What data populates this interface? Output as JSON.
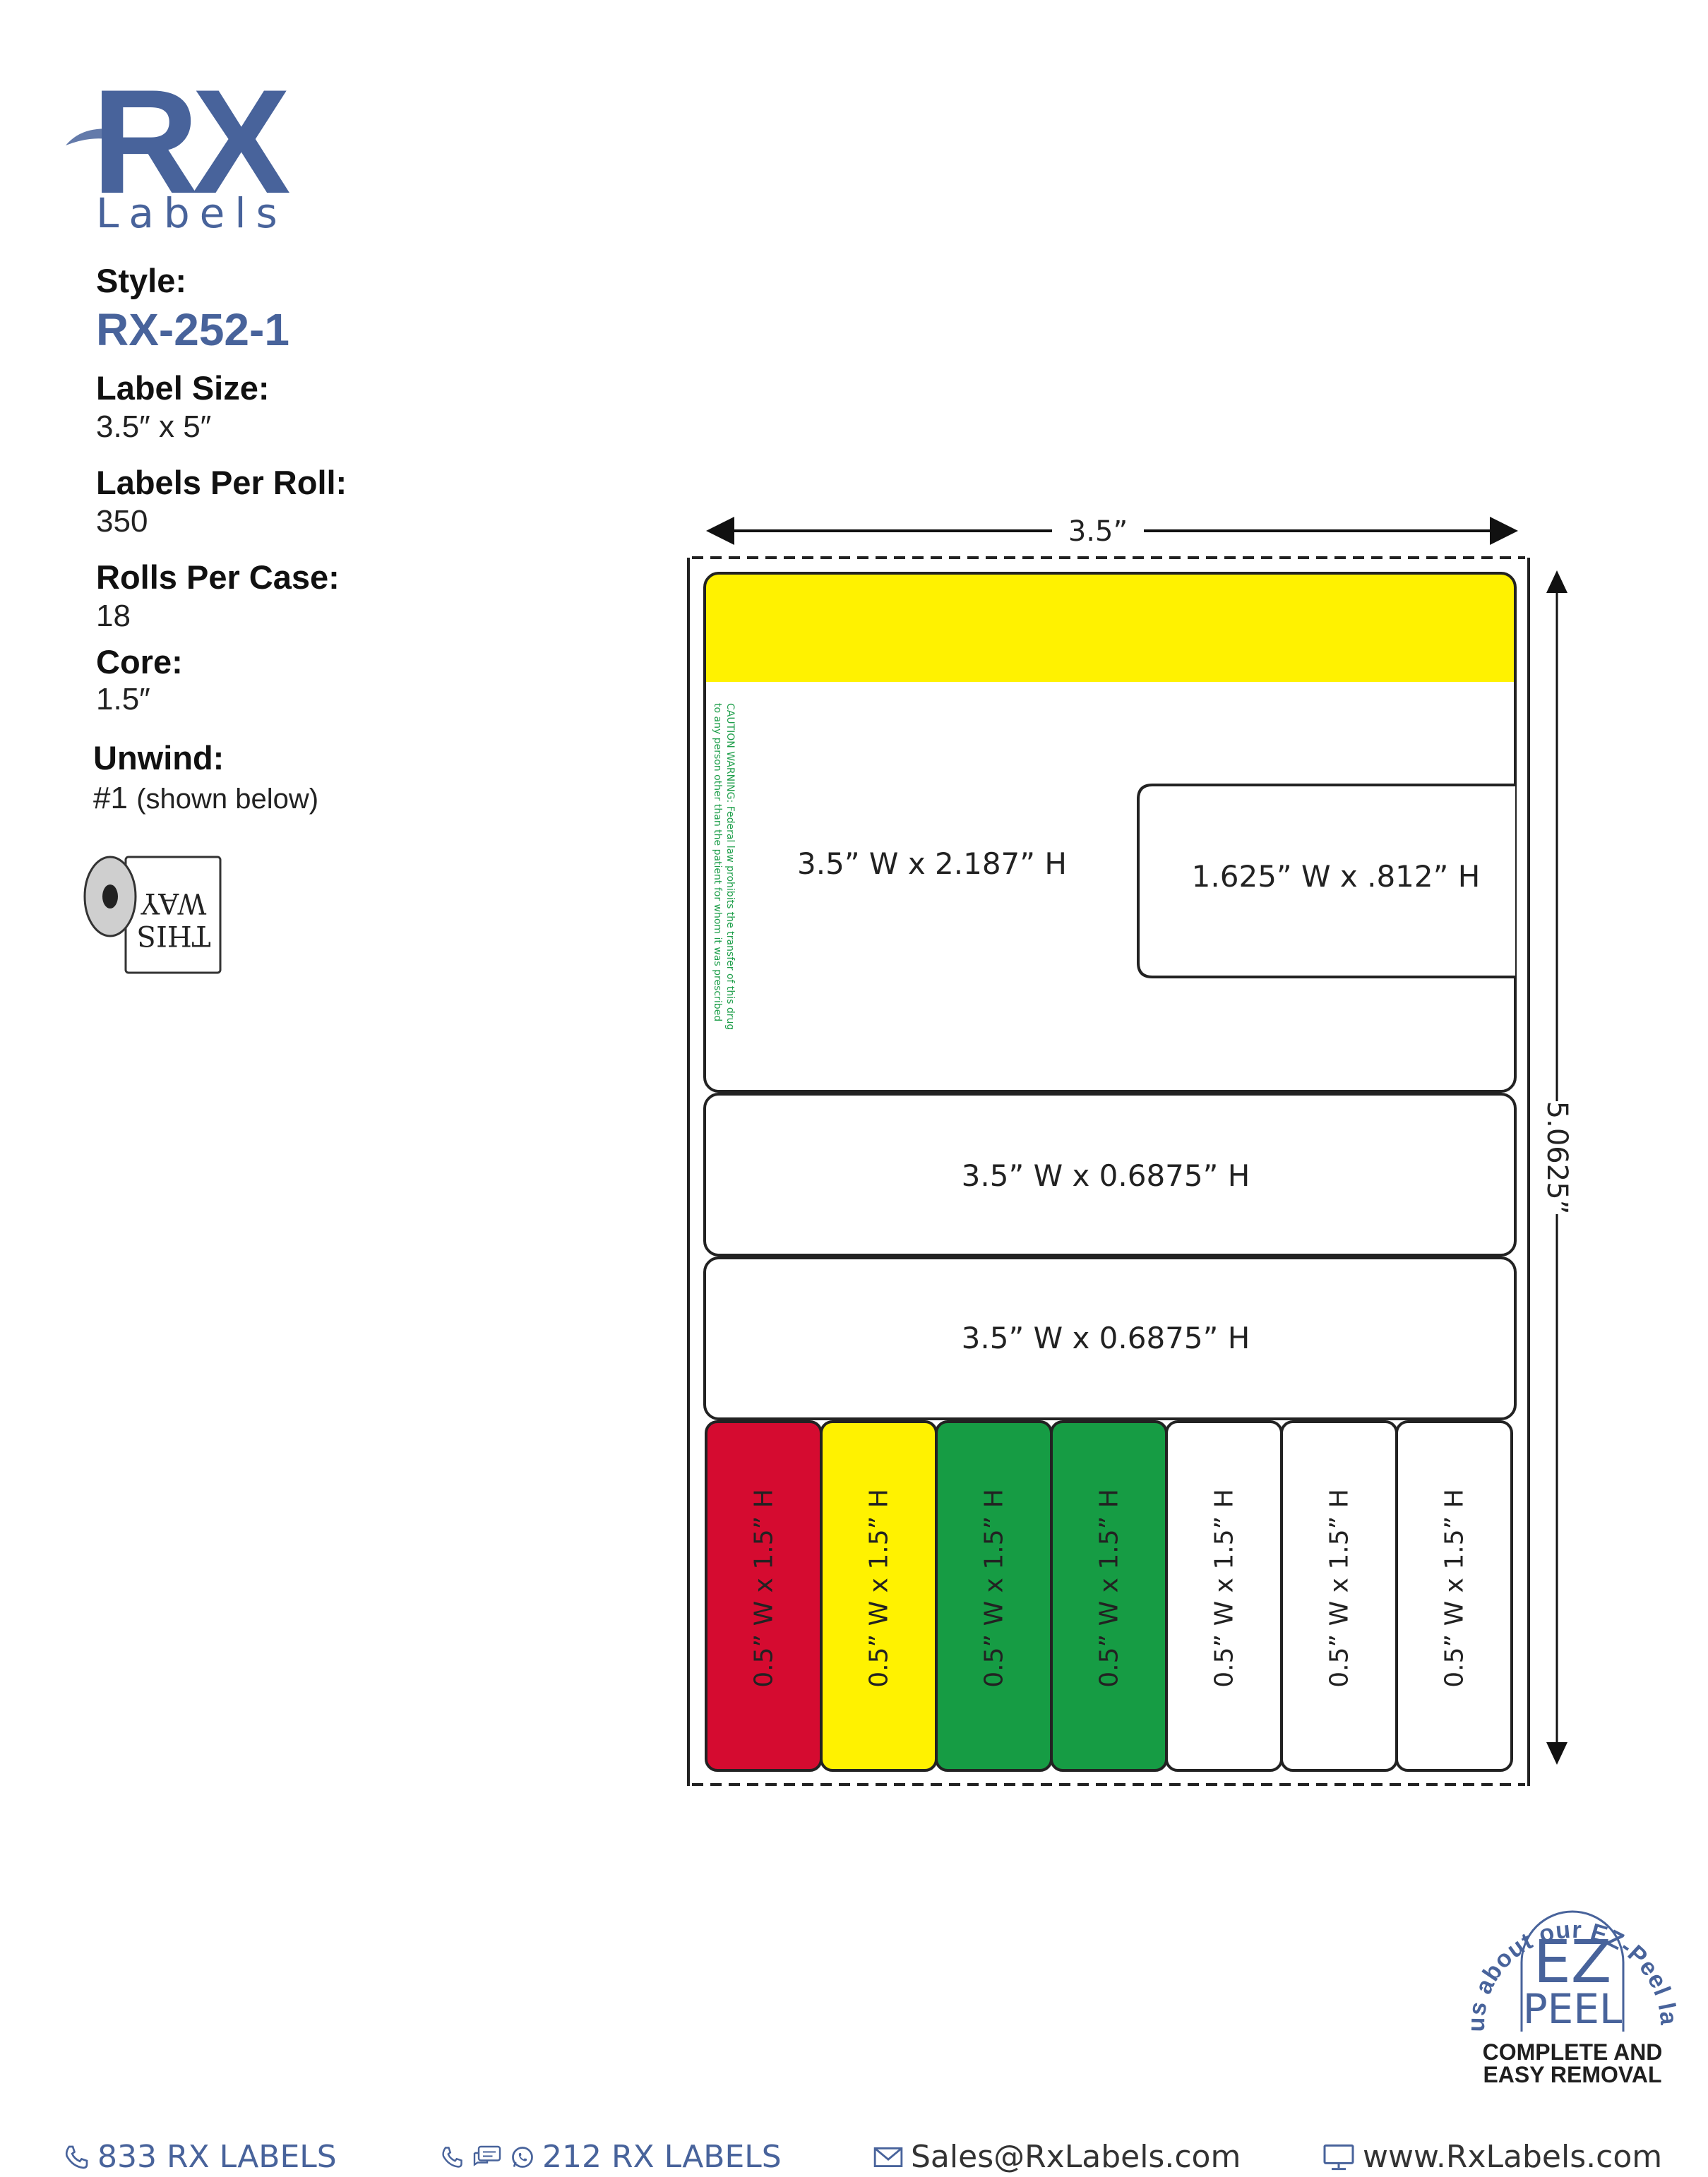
{
  "colors": {
    "brand": "#48639b",
    "yellow": "#fff200",
    "red": "#d50b30",
    "green": "#169c44",
    "warning_green": "#1e9e4a"
  },
  "logo": {
    "mark": "RX",
    "sub": "Labels"
  },
  "specs": {
    "style_label": "Style:",
    "style_value": "RX-252-1",
    "label_size_label": "Label Size:",
    "label_size_value": "3.5″ x 5″",
    "labels_per_roll_label": "Labels Per Roll:",
    "labels_per_roll_value": "350",
    "rolls_per_case_label": "Rolls Per Case:",
    "rolls_per_case_value": "18",
    "core_label": "Core:",
    "core_value": "1.5″",
    "unwind_label": "Unwind:",
    "unwind_value": "#1",
    "unwind_note": "(shown below)"
  },
  "roll_icon": {
    "line1": "THIS",
    "line2": "WAY"
  },
  "diagram": {
    "width_dim": "3.5”",
    "height_dim": "5.0625”",
    "main_label": "3.5” W x 2.187” H",
    "inset_label": "1.625” W x .812” H",
    "strip1_label": "3.5” W x 0.6875” H",
    "strip2_label": "3.5” W x 0.6875” H",
    "small_label": "0.5” W x 1.5” H",
    "warning_line1": "CAUTION WARNING: Federal law prohibits the transfer of this drug",
    "warning_line2": "to any person other than the patient for whom it was prescribed"
  },
  "badge": {
    "arc_text": "Ask us about our EZ-Peel labels!",
    "ez": "EZ",
    "peel": "PEEL",
    "line1": "COMPLETE AND",
    "line2": "EASY REMOVAL"
  },
  "footer": {
    "phone": "833 RX LABELS",
    "text": "212 RX LABELS",
    "email": "Sales@RxLabels.com",
    "web": "www.RxLabels.com"
  }
}
